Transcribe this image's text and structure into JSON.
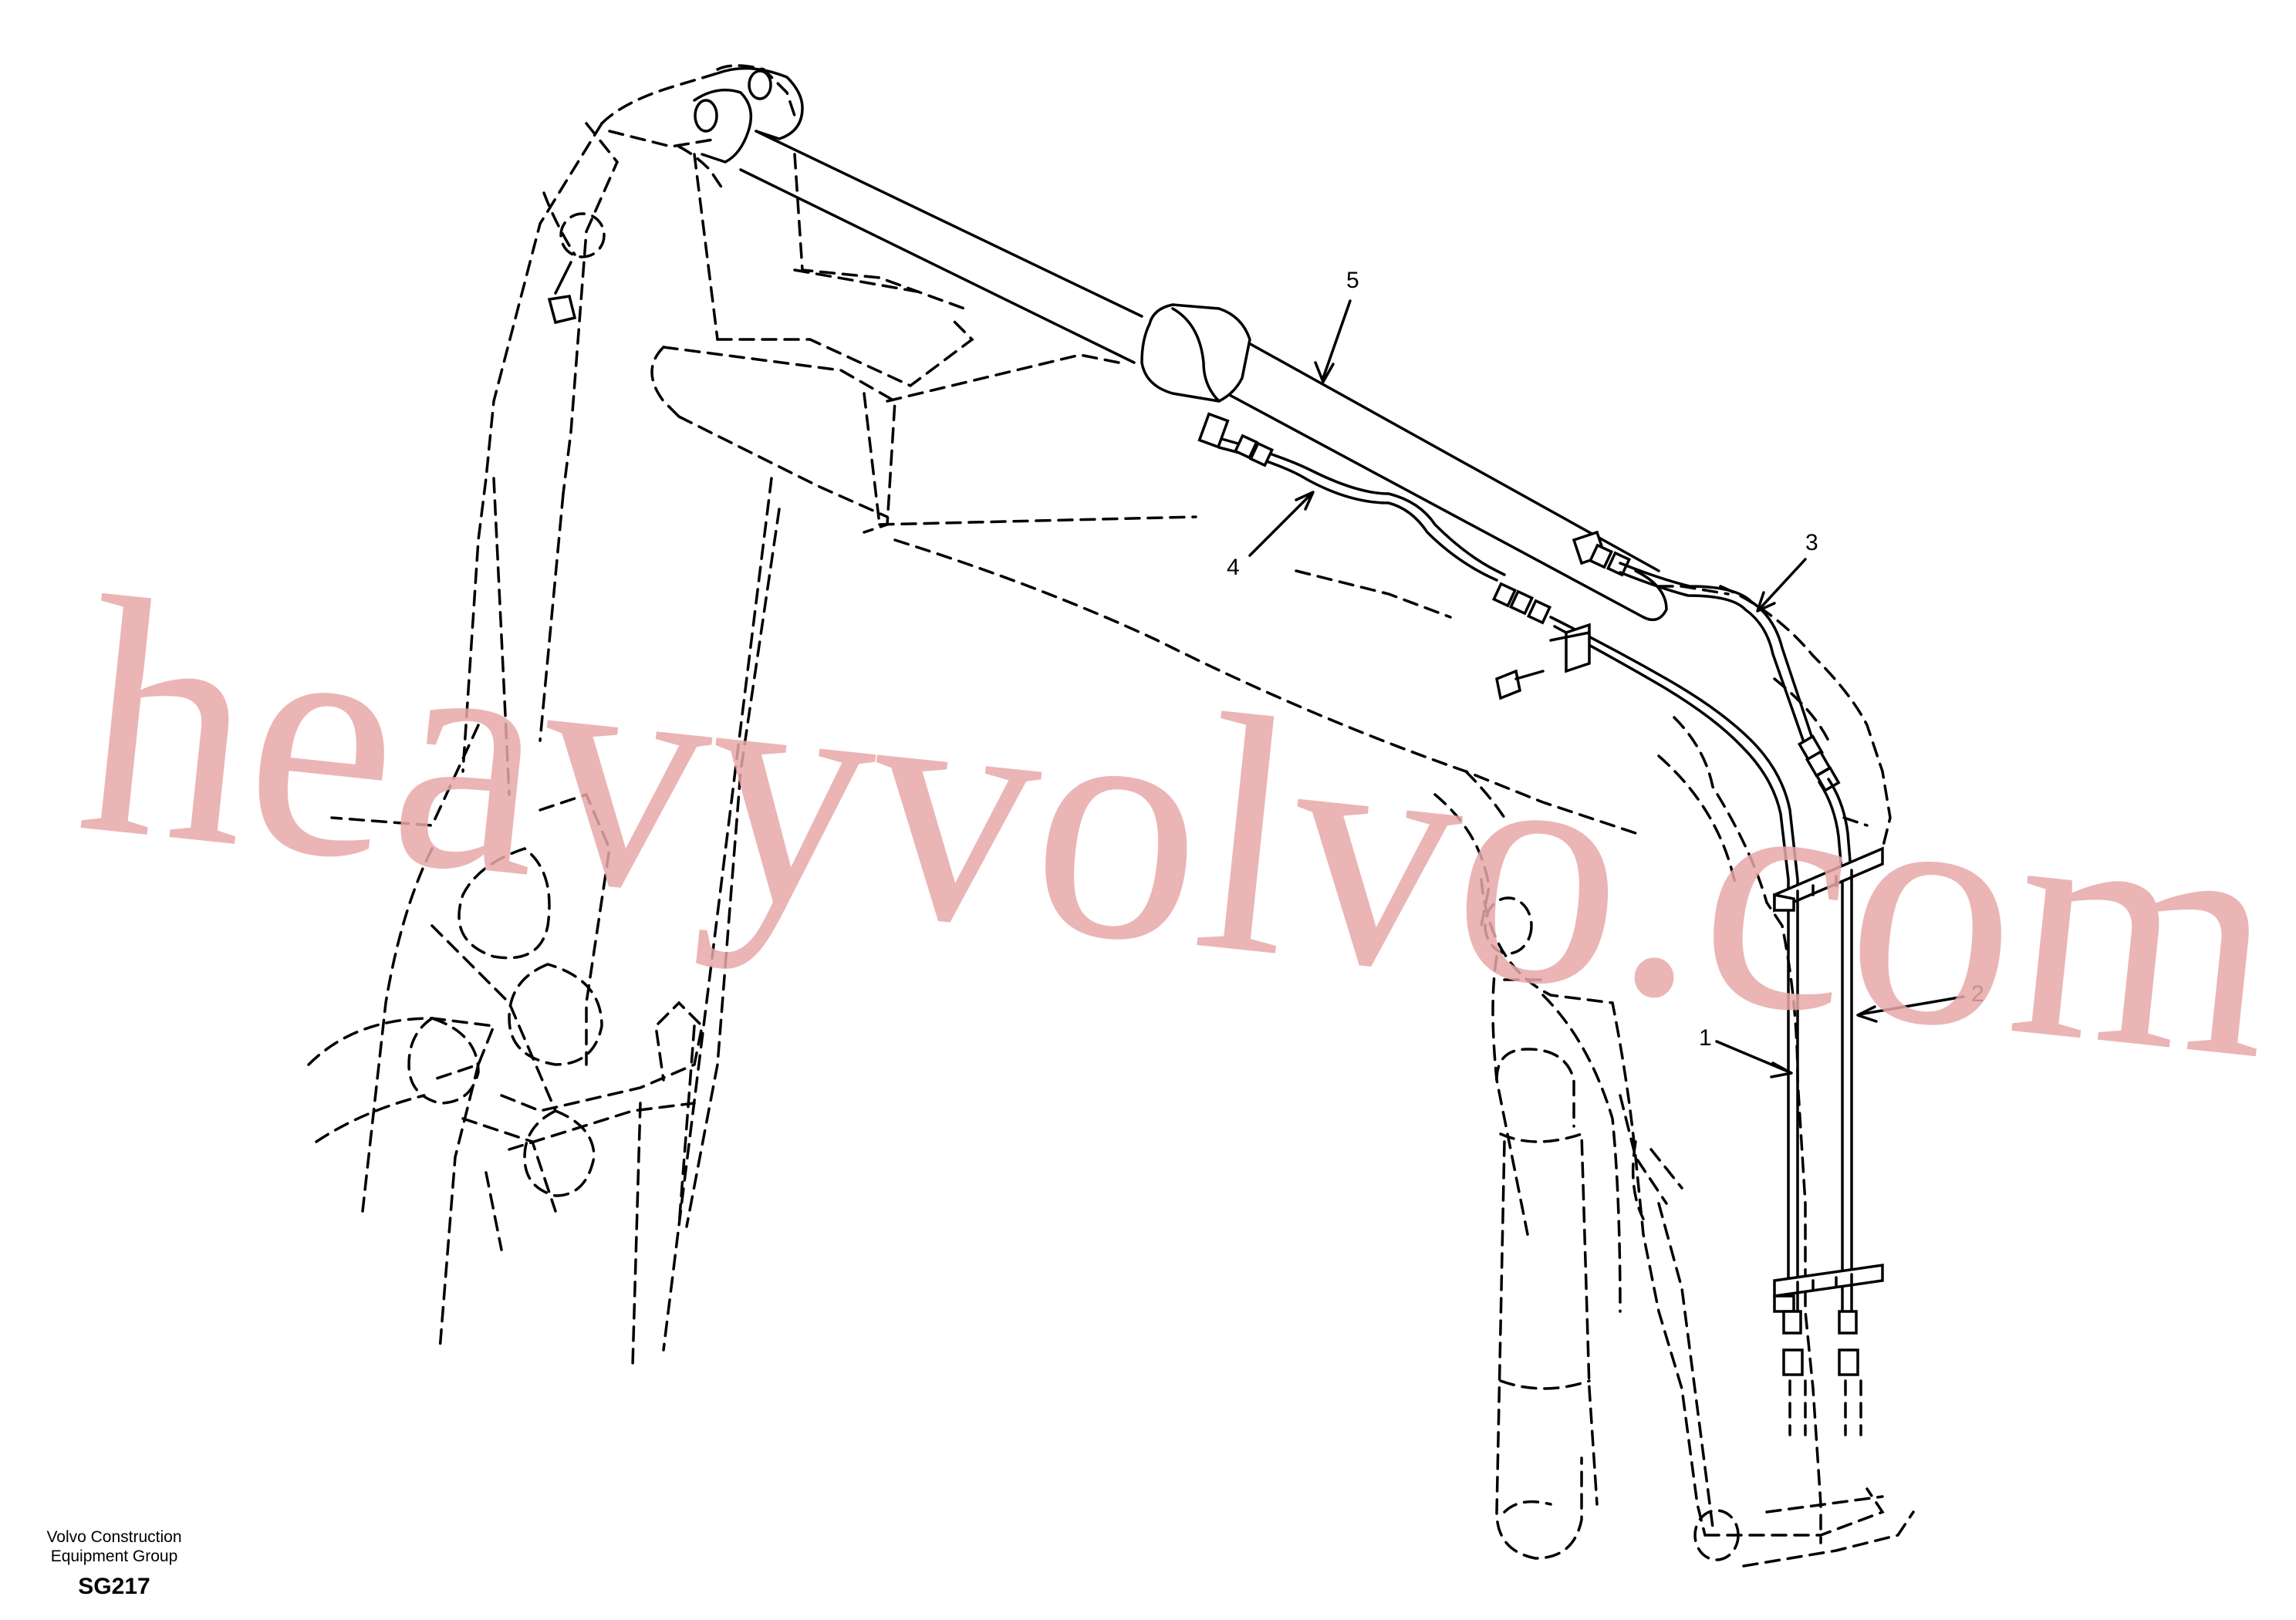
{
  "callouts": [
    "1",
    "2",
    "3",
    "4",
    "5"
  ],
  "watermark": "heavyvolvo.com",
  "caption": {
    "line1": "Volvo Construction",
    "line2": "Equipment Group",
    "code": "SG217"
  }
}
